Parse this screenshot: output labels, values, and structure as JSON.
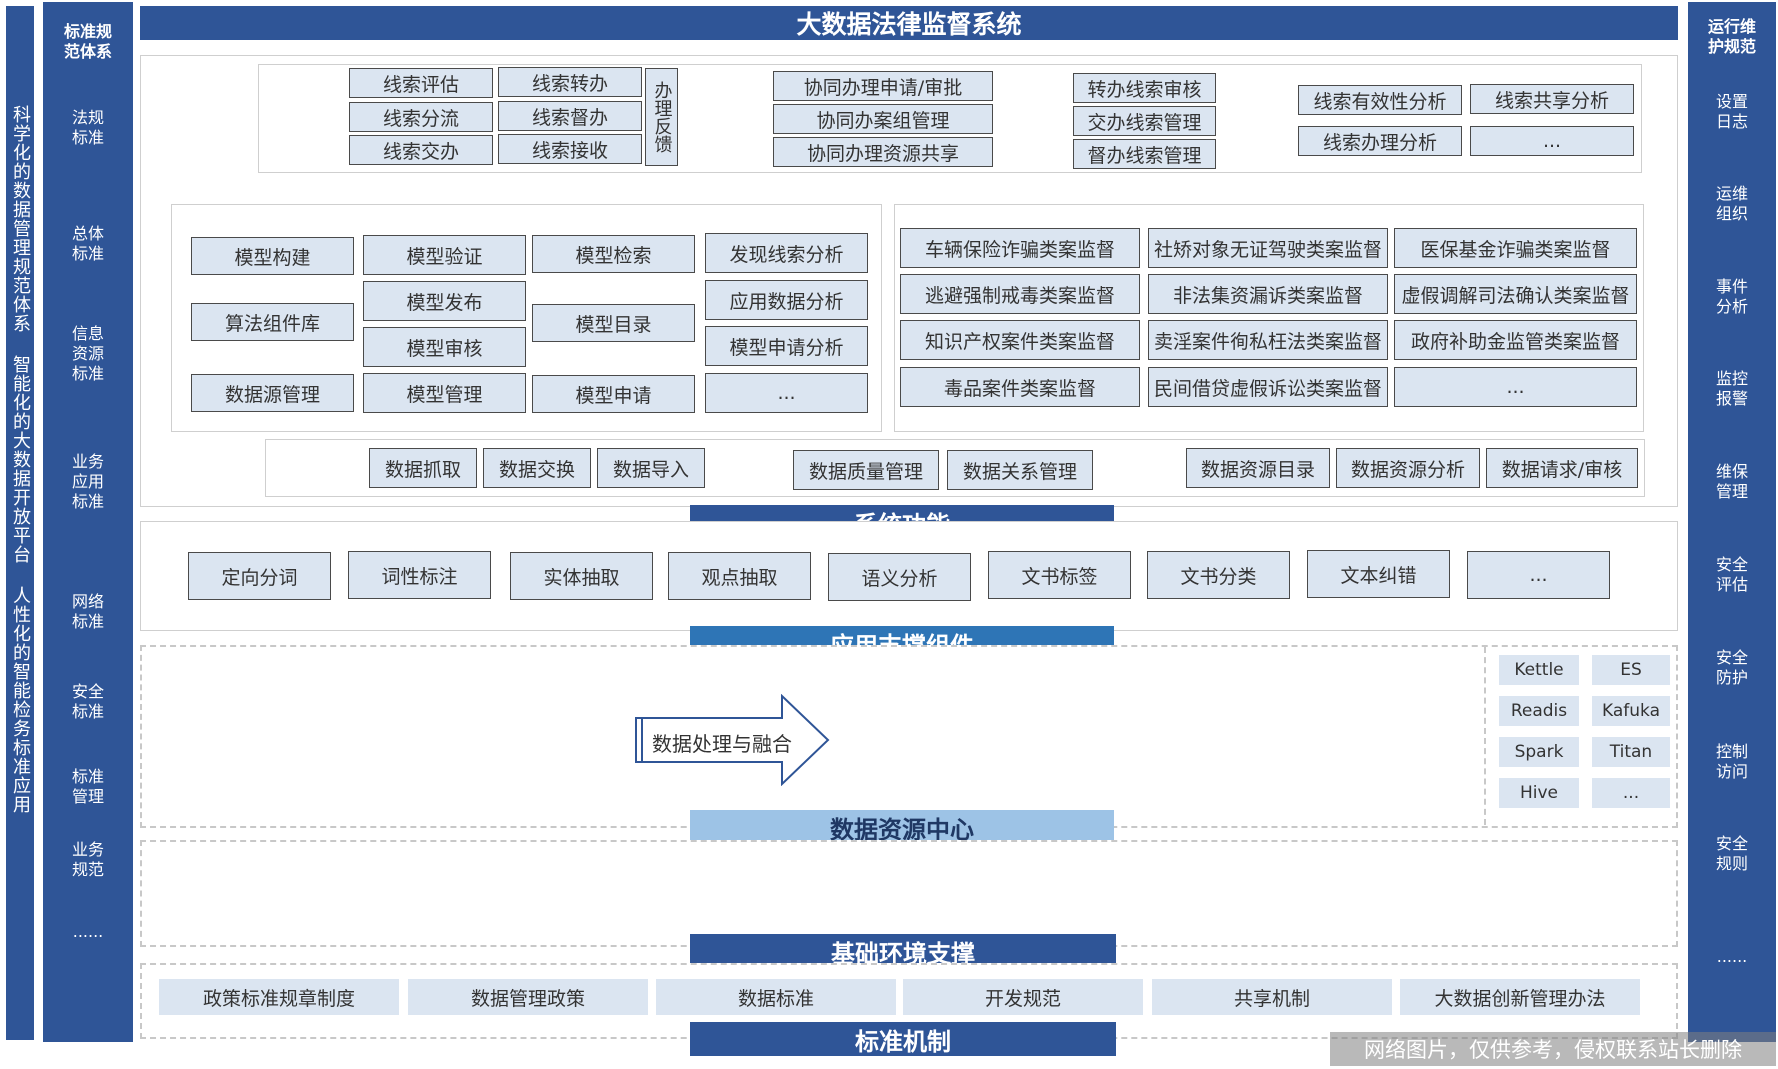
{
  "title": "大数据法律监督系统",
  "left_vertical": "科学化的数据管理规范体系 智能化的大数据开放平台 人性化的智能检务标准应用",
  "left_panel": {
    "header": "标准规\n范体系",
    "items": [
      "法规\n标准",
      "总体\n标准",
      "信息\n资源\n标准",
      "业务\n应用\n标准",
      "网络\n标准",
      "安全\n标准",
      "标准\n管理",
      "业务\n规范",
      "......"
    ]
  },
  "right_panel": {
    "header": "运行维\n护规范",
    "items": [
      "设置\n日志",
      "运维\n组织",
      "事件\n分析",
      "监控\n报警",
      "维保\n管理",
      "安全\n评估",
      "安全\n防护",
      "控制\n访问",
      "安全\n规则",
      "......"
    ]
  },
  "clue": {
    "grid": [
      "线索评估",
      "线索转办",
      "线索分流",
      "线索督办",
      "线索交办",
      "线索接收"
    ],
    "feedback": "办理反馈",
    "cooperation": [
      "协同办理申请/审批",
      "协同办案组管理",
      "协同办理资源共享"
    ],
    "transfer": [
      "转办线索审核",
      "交办线索管理",
      "督办线索管理"
    ],
    "analysis": [
      "线索有效性分析",
      "线索共享分析",
      "线索办理分析",
      "..."
    ]
  },
  "model": {
    "col1": [
      "模型构建",
      "算法组件库",
      "数据源管理"
    ],
    "col2": [
      "模型验证",
      "模型发布",
      "模型审核",
      "模型管理"
    ],
    "col3": [
      "模型检索",
      "模型目录",
      "模型申请"
    ],
    "col4": [
      "发现线索分析",
      "应用数据分析",
      "模型申请分析",
      "..."
    ]
  },
  "supervision": [
    [
      "车辆保险诈骗类案监督",
      "社矫对象无证驾驶类案监督",
      "医保基金诈骗类案监督"
    ],
    [
      "逃避强制戒毒类案监督",
      "非法集资漏诉类案监督",
      "虚假调解司法确认类案监督"
    ],
    [
      "知识产权案件类案监督",
      "卖淫案件徇私枉法类案监督",
      "政府补助金监管类案监督"
    ],
    [
      "毒品案件类案监督",
      "民间借贷虚假诉讼类案监督",
      "..."
    ]
  ],
  "data_ops": {
    "group1": [
      "数据抓取",
      "数据交换",
      "数据导入"
    ],
    "group2": [
      "数据质量管理",
      "数据关系管理"
    ],
    "group3": [
      "数据资源目录",
      "数据资源分析",
      "数据请求/审核"
    ]
  },
  "system_function": {
    "label": "系统功能",
    "items": [
      "定向分词",
      "词性标注",
      "实体抽取",
      "观点抽取",
      "语义分析",
      "文书标签",
      "文书分类",
      "文本纠错",
      "..."
    ]
  },
  "app_support": {
    "label": "应用支撑组件",
    "arrow": "数据处理与融合",
    "tech": [
      "Kettle",
      "ES",
      "Readis",
      "Kafuka",
      "Spark",
      "Titan",
      "Hive",
      "..."
    ]
  },
  "data_center": {
    "label": "数据资源中心"
  },
  "infra": {
    "label": "基础环境支撑"
  },
  "standards": {
    "label": "标准机制",
    "items": [
      "政策标准规章制度",
      "数据管理政策",
      "数据标准",
      "开发规范",
      "共享机制",
      "大数据创新管理办法"
    ]
  },
  "watermark": "网络图片，仅供参考，侵权联系站长删除",
  "colors": {
    "dark_blue": "#2f5597",
    "mid_blue": "#2e75b6",
    "light_blue": "#9dc3e6",
    "box_fill": "#dbe5f1"
  }
}
